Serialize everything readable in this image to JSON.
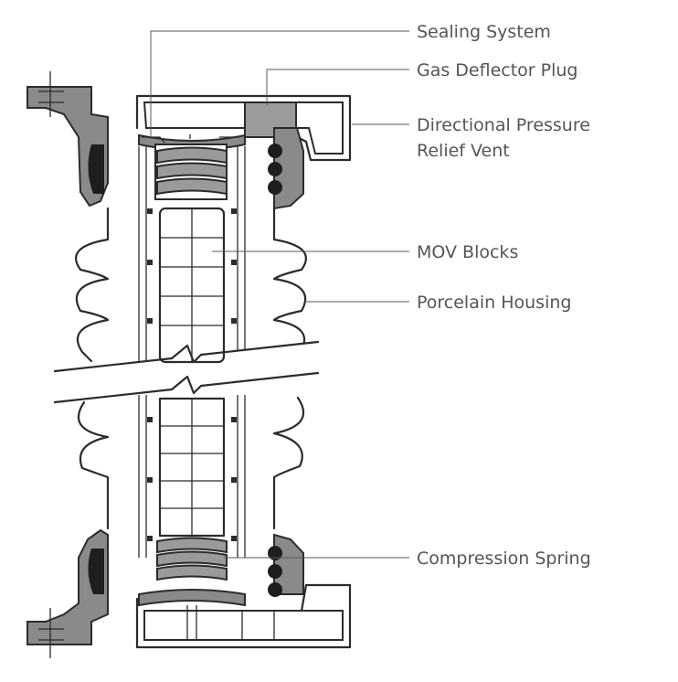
{
  "labels": {
    "sealing_system": "Sealing System",
    "gas_deflector_plug": "Gas Deflector Plug",
    "directional_pressure_relief_vent_line1": "Directional Pressure",
    "directional_pressure_relief_vent_line2": "Relief Vent",
    "mov_blocks": "MOV Blocks",
    "porcelain_housing": "Porcelain Housing",
    "compression_spring": "Compression Spring"
  },
  "colors": {
    "outline": "#2b2b2b",
    "metal_fill": "#8a8a8a",
    "gasket": "#1e1e1e",
    "label_text": "#555555",
    "background": "#ffffff"
  }
}
